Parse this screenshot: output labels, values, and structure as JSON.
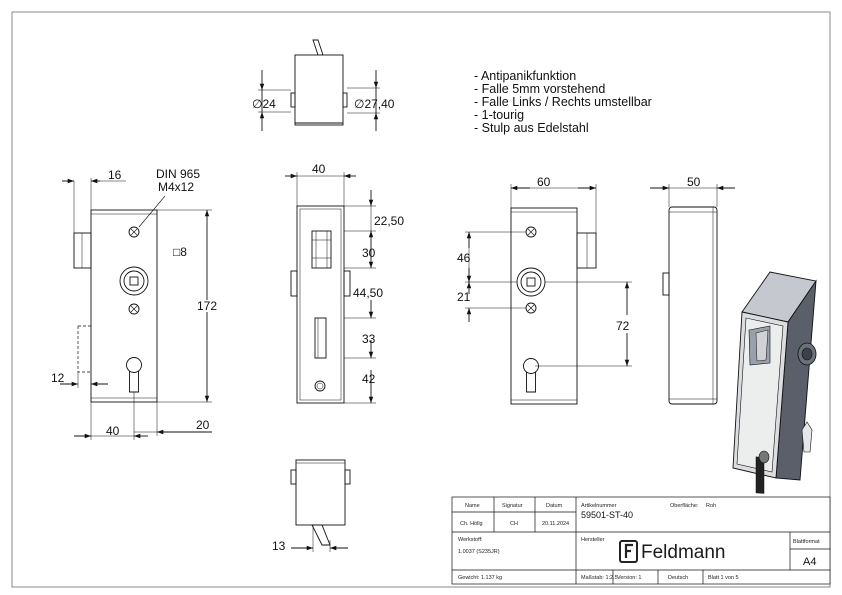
{
  "notes": [
    "- Antipanikfunktion",
    "- Falle 5mm vorstehend",
    "- Falle Links / Rechts umstellbar",
    "- 1-tourig",
    "- Stulp aus Edelstahl"
  ],
  "dimensions": {
    "top_dia_left": "∅24",
    "top_dia_right": "∅27,40",
    "side_16": "16",
    "din_line1": "DIN 965",
    "din_line2": "M4x12",
    "square": "□8",
    "height_172": "172",
    "left_12": "12",
    "bottom_40": "40",
    "bottom_20": "20",
    "front_40": "40",
    "front_2250": "22,50",
    "front_30": "30",
    "front_4450": "44,50",
    "front_33": "33",
    "front_42": "42",
    "back_60": "60",
    "back_46": "46",
    "back_21": "21",
    "back_72": "72",
    "right_50": "50",
    "bottom_view_13": "13"
  },
  "title_block": {
    "h_name": "Name",
    "h_signatur": "Signatur",
    "h_datum": "Datum",
    "v_name": "Ch. Höllg",
    "v_signatur": "CH",
    "v_datum": "20.11.2024",
    "artikel_label": "Artikelnummer",
    "artikel_value": "59501-ST-40",
    "oberflaeche_label": "Oberfläche:",
    "oberflaeche_value": "Roh",
    "werkstoff_label": "Werkstoff:",
    "werkstoff_value": "1.0037 (S235JR)",
    "hersteller_label": "Hersteller",
    "logo_text": "Feldmann",
    "blattformat_label": "Blattformat",
    "blattformat_value": "A4",
    "gewicht": "Gewicht: 1.137 kg",
    "massstab": "Maßstab: 1:2.5",
    "version": "Version: 1",
    "sprache": "Deutsch",
    "blatt": "Blatt 1 von 5"
  }
}
